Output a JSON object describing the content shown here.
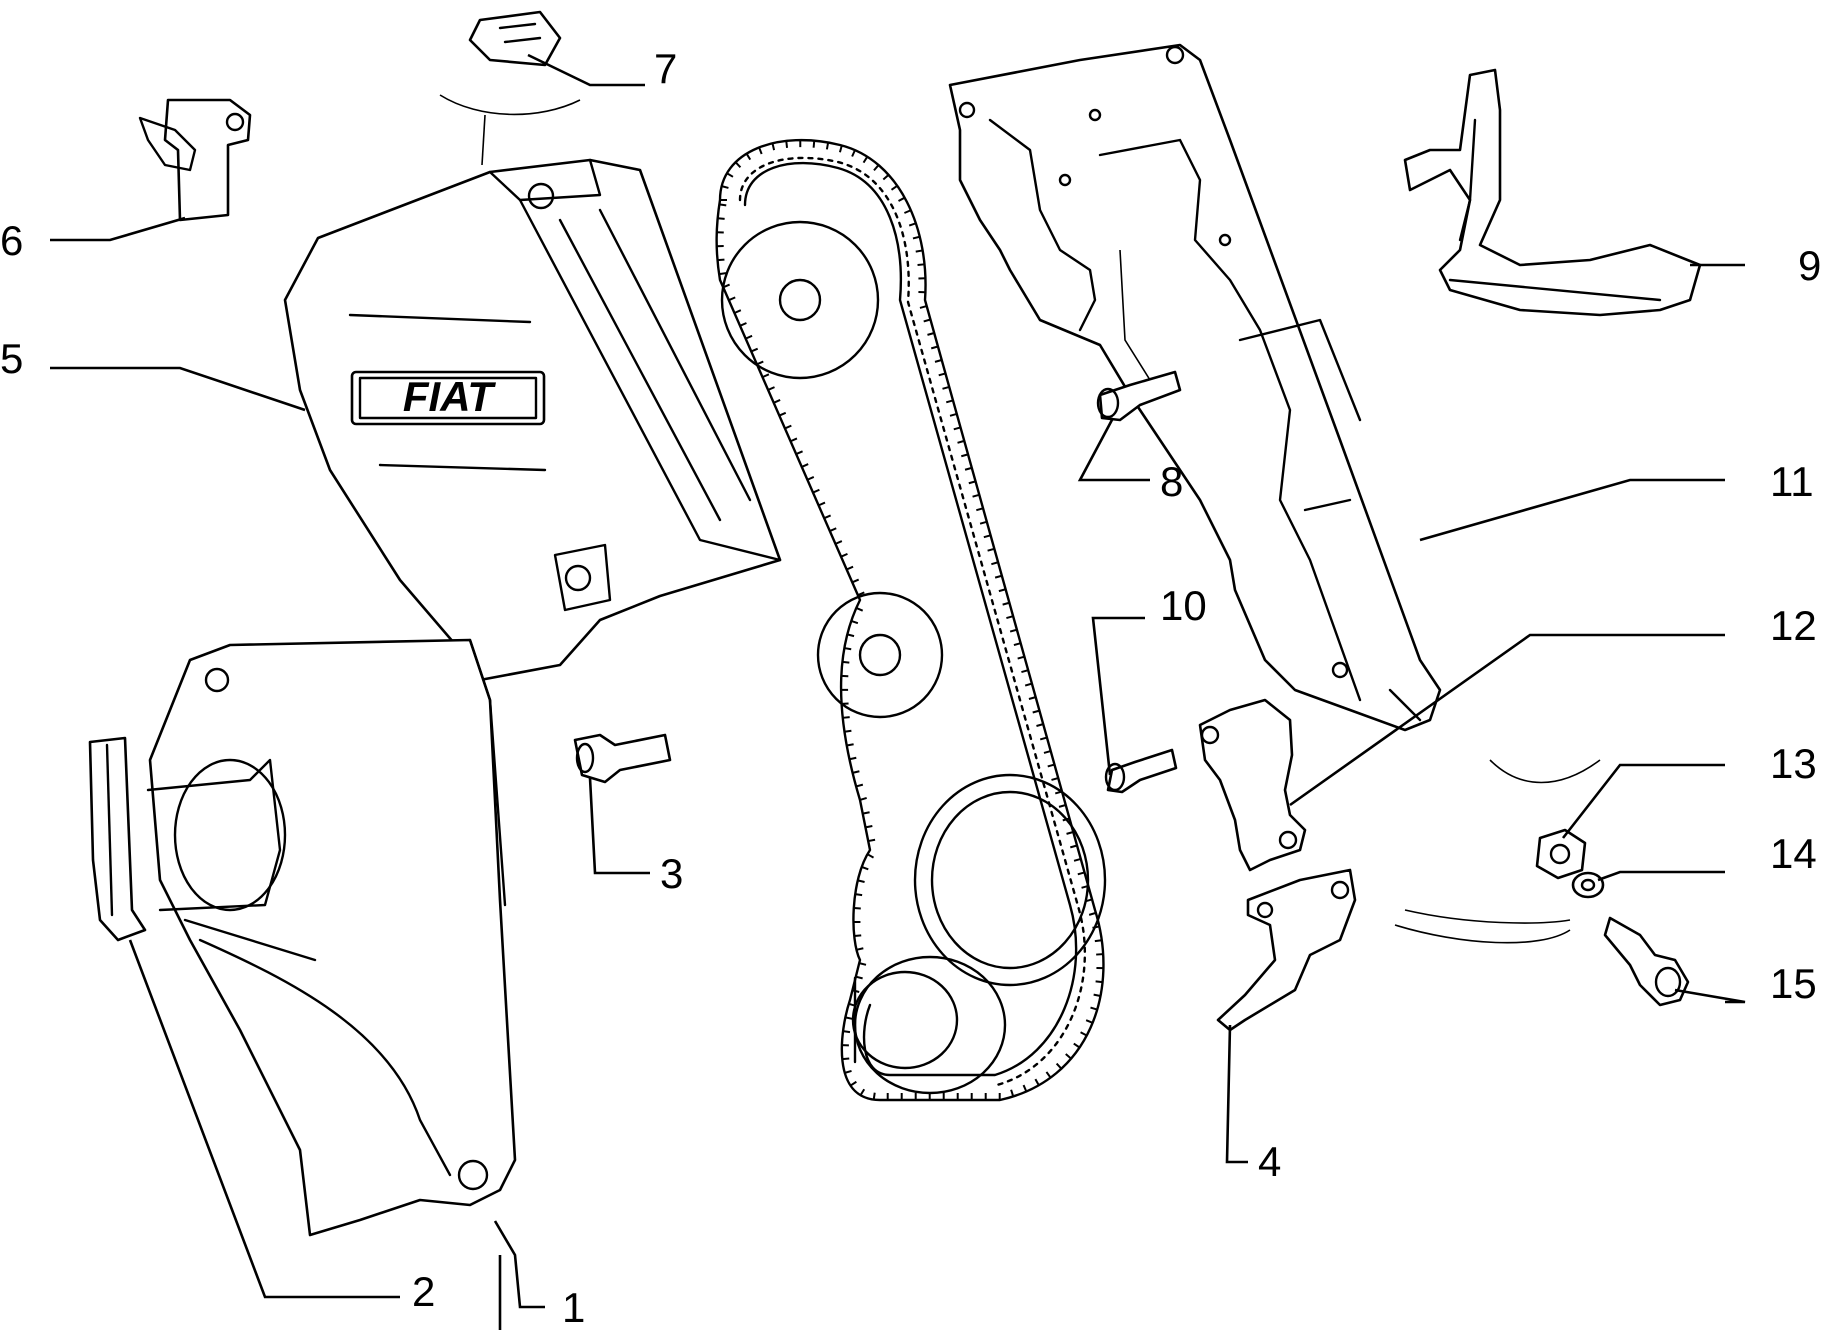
{
  "diagram": {
    "logo_text": "FIAT",
    "callouts": [
      {
        "id": "1",
        "label": "1"
      },
      {
        "id": "2",
        "label": "2"
      },
      {
        "id": "3",
        "label": "3"
      },
      {
        "id": "4",
        "label": "4"
      },
      {
        "id": "5",
        "label": "5"
      },
      {
        "id": "6",
        "label": "6"
      },
      {
        "id": "7",
        "label": "7"
      },
      {
        "id": "8",
        "label": "8"
      },
      {
        "id": "9",
        "label": "9"
      },
      {
        "id": "10",
        "label": "10"
      },
      {
        "id": "11",
        "label": "11"
      },
      {
        "id": "12",
        "label": "12"
      },
      {
        "id": "13",
        "label": "13"
      },
      {
        "id": "14",
        "label": "14"
      },
      {
        "id": "15",
        "label": "15"
      }
    ]
  }
}
